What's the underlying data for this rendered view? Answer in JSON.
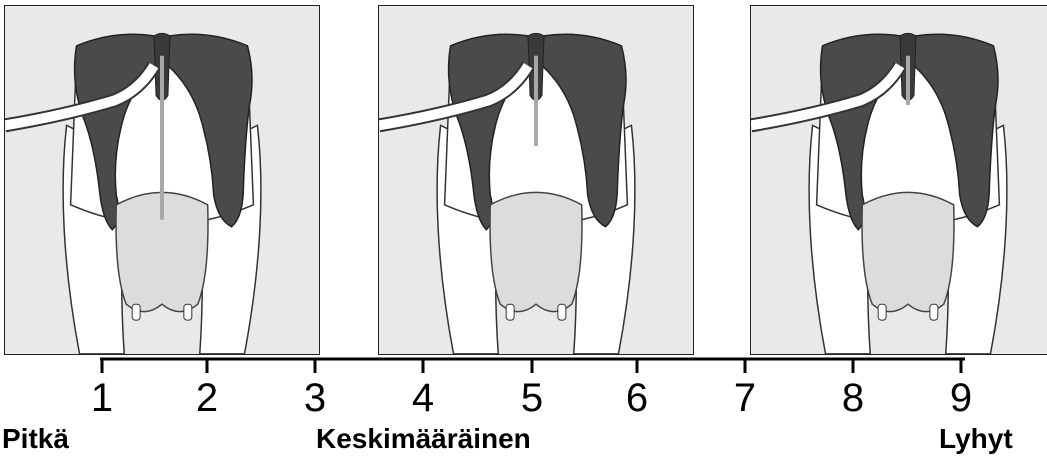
{
  "scale": {
    "ticks": [
      "1",
      "2",
      "3",
      "4",
      "5",
      "6",
      "7",
      "8",
      "9"
    ]
  },
  "categories": {
    "long": "Pitkä",
    "medium": "Keskimääräinen",
    "short": "Lyhyt"
  },
  "illustrations": [
    {
      "position": 1,
      "ligament_depth": 1.0
    },
    {
      "position": 5,
      "ligament_depth": 0.55
    },
    {
      "position": 9,
      "ligament_depth": 0.3
    }
  ],
  "colors": {
    "panel_bg": "#e9e9e9",
    "dark_patch": "#4a4a4a",
    "udder": "#dcdcdc",
    "ligament": "#a8a8a8"
  }
}
